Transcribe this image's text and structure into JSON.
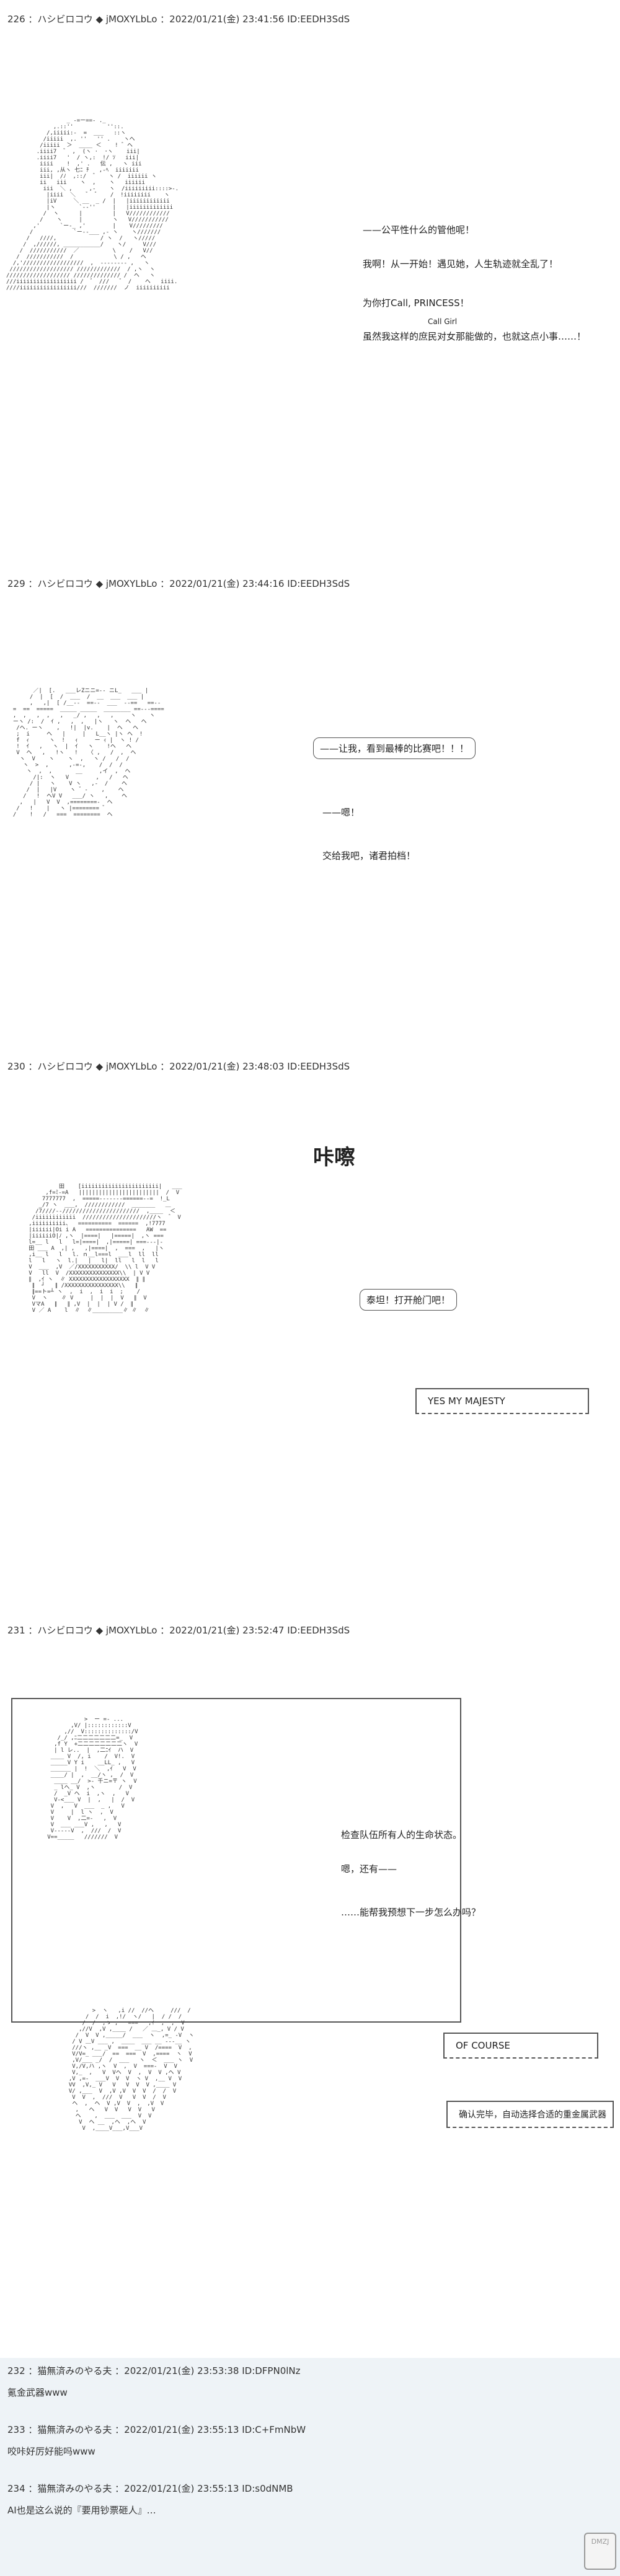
{
  "posts": [
    {
      "header": "226 ：ハシビロコウ ◆ jMOXYLbLo ：2022/01/21(金) 23:41:56 ID:EEDH3SdS",
      "lines": [
        "——公平性什么的管他呢！",
        "我啊！从一开始！遇见她，人生轨迹就全乱了！",
        "为你打Call, PRINCESS！",
        "Call Girl",
        "虽然我这样的庶民对女那能做的，也就这点小事……！"
      ]
    },
    {
      "header": "229 ：ハシビロコウ ◆ jMOXYLbLo ：2022/01/21(金) 23:44:16 ID:EEDH3SdS",
      "speech": "——让我，看到最棒的比赛吧！！！",
      "lines": [
        "——嗯！",
        "交给我吧，诸君拍档！"
      ]
    },
    {
      "header": "230 ：ハシビロコウ ◆ jMOXYLbLo ：2022/01/21(金) 23:48:03 ID:EEDH3SdS",
      "sfx": "咔嚓",
      "speech": "泰坦！打开舱门吧！",
      "reply": "YES   MY  MAJESTY"
    },
    {
      "header": "231 ：ハシビロコウ ◆ jMOXYLbLo ：2022/01/21(金) 23:52:47 ID:EEDH3SdS",
      "lines": [
        "检查队伍所有人的生命状态。",
        "嗯，还有——",
        "……能帮我预想下一步怎么办吗？"
      ],
      "reply": "OF COURSE",
      "final": "确认完毕，自动选择合适的重金属武器"
    }
  ],
  "comments": [
    {
      "header": "232 ：猫無済みのやる夫 ：2022/01/21(金) 23:53:38 ID:DFPN0lNz",
      "text": "氪金武器www"
    },
    {
      "header": "233 ：猫無済みのやる夫 ：2022/01/21(金) 23:55:13 ID:C+FmNbW",
      "text": "咬咔好厉好能吗www"
    },
    {
      "header": "234 ：猫無済みのやる夫 ：2022/01/21(金) 23:55:13 ID:s0dNMB",
      "text": "AI也是这么说的『要用钞票砸人』…"
    }
  ],
  "watermark": "DMZJ"
}
